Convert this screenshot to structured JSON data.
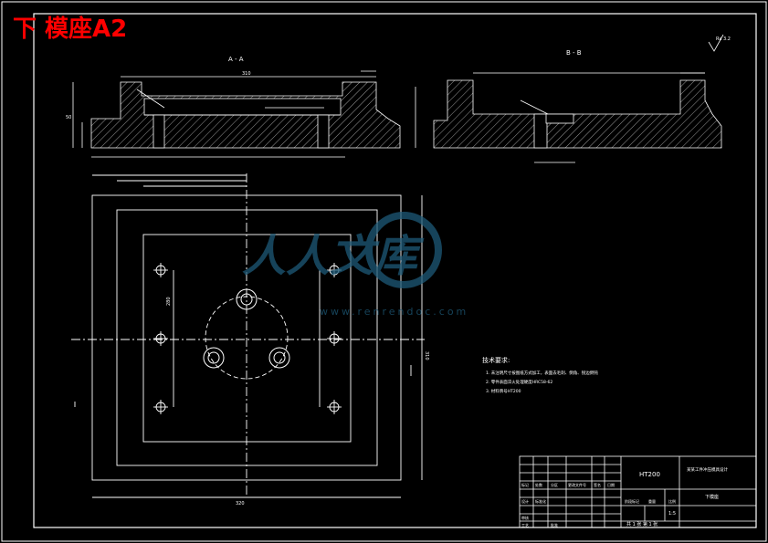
{
  "title": "下 模座A2",
  "section_a": "A - A",
  "section_b": "B - B",
  "roughness": "Ra 3.2",
  "tech_req": {
    "heading": "技术要求:",
    "items": [
      "1. 未注明尺寸按图纸方式加工，表面去毛刺、倒角、锐边倒钝",
      "2. 零件表面淬火处理硬度HRC58-62",
      "3. 材料牌号HT200"
    ]
  },
  "watermark": {
    "cn": "人人文库",
    "url": "www.renrendoc.com"
  },
  "title_block": {
    "material": "HT200",
    "project": "某某工件冲压模具设计",
    "part_name": "下模座",
    "scale": "1:5",
    "sheet": "共 1 张  第 1 张",
    "roles": [
      "标记",
      "处数",
      "分区",
      "更改文件号",
      "签名",
      "日期"
    ],
    "row2": [
      "设计",
      "标准化",
      "阶段标记",
      "重量",
      "比例"
    ],
    "row3": [
      "审核",
      "工艺",
      "批准"
    ]
  },
  "dims": {
    "a_total": "310",
    "a_height": "50",
    "plan_width": "320",
    "plan_height": "310",
    "hole_pitch": "280"
  }
}
